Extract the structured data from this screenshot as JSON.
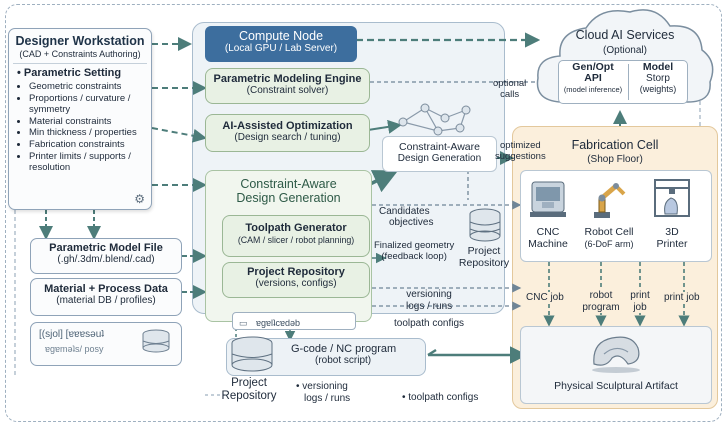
{
  "designer": {
    "title": "Designer Workstation",
    "subtitle": "(CAD + Constraints Authoring)",
    "param_heading": "Parametric Setting",
    "items": [
      "Geometric constraints",
      "Proportions / curvature / symmetry",
      "Material constraints",
      "Min thickness / properties",
      "Fabrication constraints",
      "Printer limits / supports / resolution"
    ]
  },
  "param_file": {
    "title": "Parametric Model File",
    "sub": "(.gh/.3dm/.blend/.cad)"
  },
  "material": {
    "title": "Material + Process Data",
    "sub": "(material DB / profiles)"
  },
  "legend_box": {
    "line1": "[(sjol] [ɐɐɐsǝuʇ",
    "line2": "ɐgɐmǝʇs/ posy"
  },
  "compute": {
    "title": "Compute Node",
    "subtitle": "(Local GPU / Lab Server)",
    "engine_title": "Parametric Modeling Engine",
    "engine_sub": "(Constraint solver)",
    "ai_title": "AI-Assisted Optimization",
    "ai_sub": "(Design search / tuning)",
    "cagen_title": "Constraint-Aware",
    "cagen_title2": "Design Generation",
    "cagen2_title": "Constraint-Aware",
    "cagen2_sub": "Design Generation",
    "toolpath_title": "Toolpath Generator",
    "toolpath_sub": "(CAM / slicer / robot planning)",
    "repo_title": "Project Repository",
    "repo_sub": "(versions, configs)",
    "small_box": "ɐgɐlʇcɐdǝb",
    "candidates1": "Candidates",
    "candidates2": "objectives",
    "finalized1": "Finalized geometry",
    "finalized2": "(feedback loop)",
    "proj_repo1": "Project",
    "proj_repo2": "Repository",
    "versioning1": "versioning",
    "versioning2": "logs / runs",
    "toolpath_configs": "toolpath configs",
    "optional_calls1": "optional",
    "optional_calls2": "calls",
    "optimized1": "optimized",
    "optimized2": "suggestions"
  },
  "gcode": {
    "title": "G-code / NC program",
    "sub": "(robot script)"
  },
  "bottom_repo": {
    "line1": "Project",
    "line2": "Repository"
  },
  "bottom_versioning": {
    "line1": "versioning",
    "line2": "logs / runs"
  },
  "bottom_toolpath": "toolpath configs",
  "cloud": {
    "title": "Cloud AI Services",
    "sub": "(Optional)",
    "genopt1": "Gen/Opt",
    "genopt2": "API",
    "genopt3": "(model inference)",
    "model1": "Model",
    "model2": "Storp",
    "model3": "(weights)"
  },
  "fab": {
    "title": "Fabrication Cell",
    "sub": "(Shop Floor)",
    "cnc1": "CNC",
    "cnc2": "Machine",
    "robot1": "Robot Cell",
    "robot2": "(6-DoF arm)",
    "printer1": "3D",
    "printer2": "Printer",
    "cnc_job": "CNC job",
    "robot_prog1": "robot",
    "robot_prog2": "program",
    "print_job1": "print",
    "print_job2": "job",
    "print_job3": "print job",
    "artifact": "Physical Sculptural Artifact"
  },
  "colors": {
    "dark_blue": "#2e4a63",
    "compute_header": "#3d6e9e",
    "green": "#e8f1e4",
    "fab_bg": "#fbefdc",
    "arrow_teal": "#4d7d7a"
  }
}
